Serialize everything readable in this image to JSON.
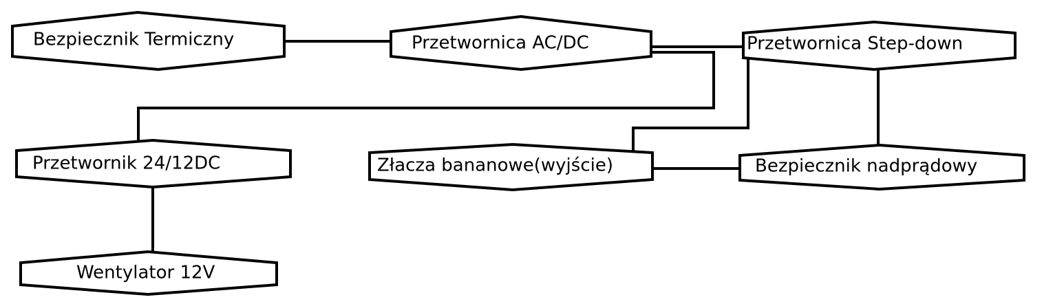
{
  "nodes": {
    "termal_fuse": "Bezpiecznik Termiczny",
    "ac_dc": "Przetwornica AC/DC",
    "step_down": "Przetwornica Step-down",
    "dc_24_12": "Przetwornik 24/12DC",
    "banana": "Złacza bananowe(wyjście)",
    "overcurrent_fuse": "Bezpiecznik nadprądowy",
    "fan": "Wentylator 12V"
  },
  "colors": {
    "stroke": "#000000",
    "fill": "#ffffff"
  }
}
